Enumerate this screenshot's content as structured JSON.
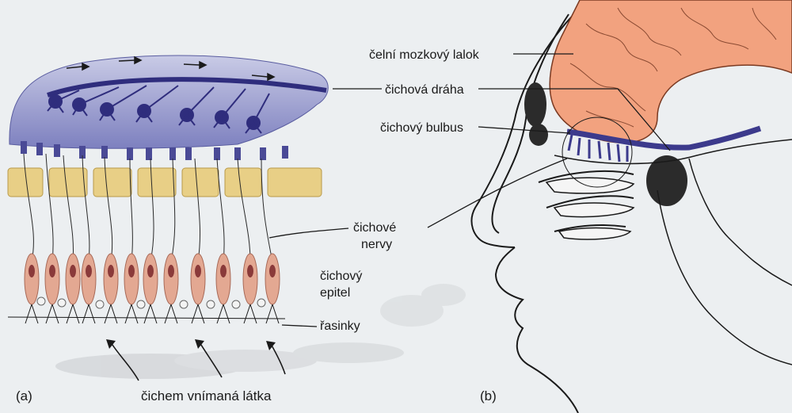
{
  "panel_a": {
    "caption": "(a)",
    "labels": {
      "olfactory_nerves_line1": "čichové",
      "olfactory_nerves_line2": "nervy",
      "olfactory_epithelium_line1": "čichový",
      "olfactory_epithelium_line2": "epitel",
      "cilia": "řasinky",
      "odorant": "čichem vnímaná látka"
    }
  },
  "panel_b": {
    "caption": "(b)",
    "labels": {
      "frontal_lobe": "čelní mozkový lalok",
      "olfactory_tract": "čichová dráha",
      "olfactory_bulb": "čichový bulbus"
    }
  },
  "colors": {
    "bulb_blue": "#3c3a8c",
    "bulb_light": "#8f92c6",
    "cartilage_yellow": "#e8cf86",
    "receptor_cell_pink": "#e3a892",
    "brain_orange": "#f2a27f",
    "background": "#eceff1"
  }
}
